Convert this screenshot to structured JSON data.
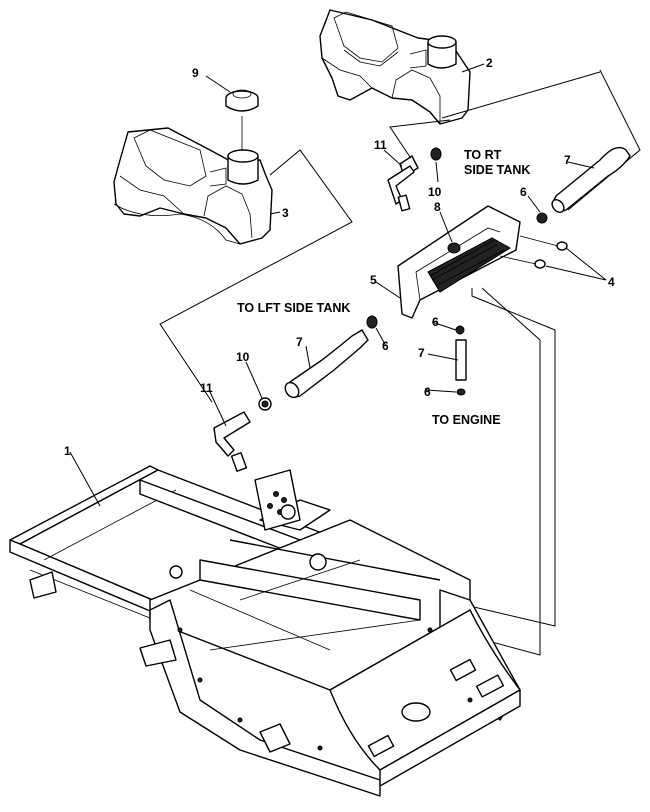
{
  "callouts": [
    {
      "id": "c9",
      "text": "9"
    },
    {
      "id": "c2",
      "text": "2"
    },
    {
      "id": "c3",
      "text": "3"
    },
    {
      "id": "c11a",
      "text": "11"
    },
    {
      "id": "c10a",
      "text": "10"
    },
    {
      "id": "c7a",
      "text": "7"
    },
    {
      "id": "c6a",
      "text": "6"
    },
    {
      "id": "c8",
      "text": "8"
    },
    {
      "id": "c4",
      "text": "4"
    },
    {
      "id": "c5",
      "text": "5"
    },
    {
      "id": "c6b",
      "text": "6"
    },
    {
      "id": "c6c",
      "text": "6"
    },
    {
      "id": "c7b",
      "text": "7"
    },
    {
      "id": "c6d",
      "text": "6"
    },
    {
      "id": "c7c",
      "text": "7"
    },
    {
      "id": "c10b",
      "text": "10"
    },
    {
      "id": "c11b",
      "text": "11"
    },
    {
      "id": "c1",
      "text": "1"
    }
  ],
  "captions": {
    "to_rt_line1": "TO RT",
    "to_rt_line2": "SIDE TANK",
    "to_lft": "TO LFT SIDE TANK",
    "to_engine": "TO ENGINE"
  }
}
